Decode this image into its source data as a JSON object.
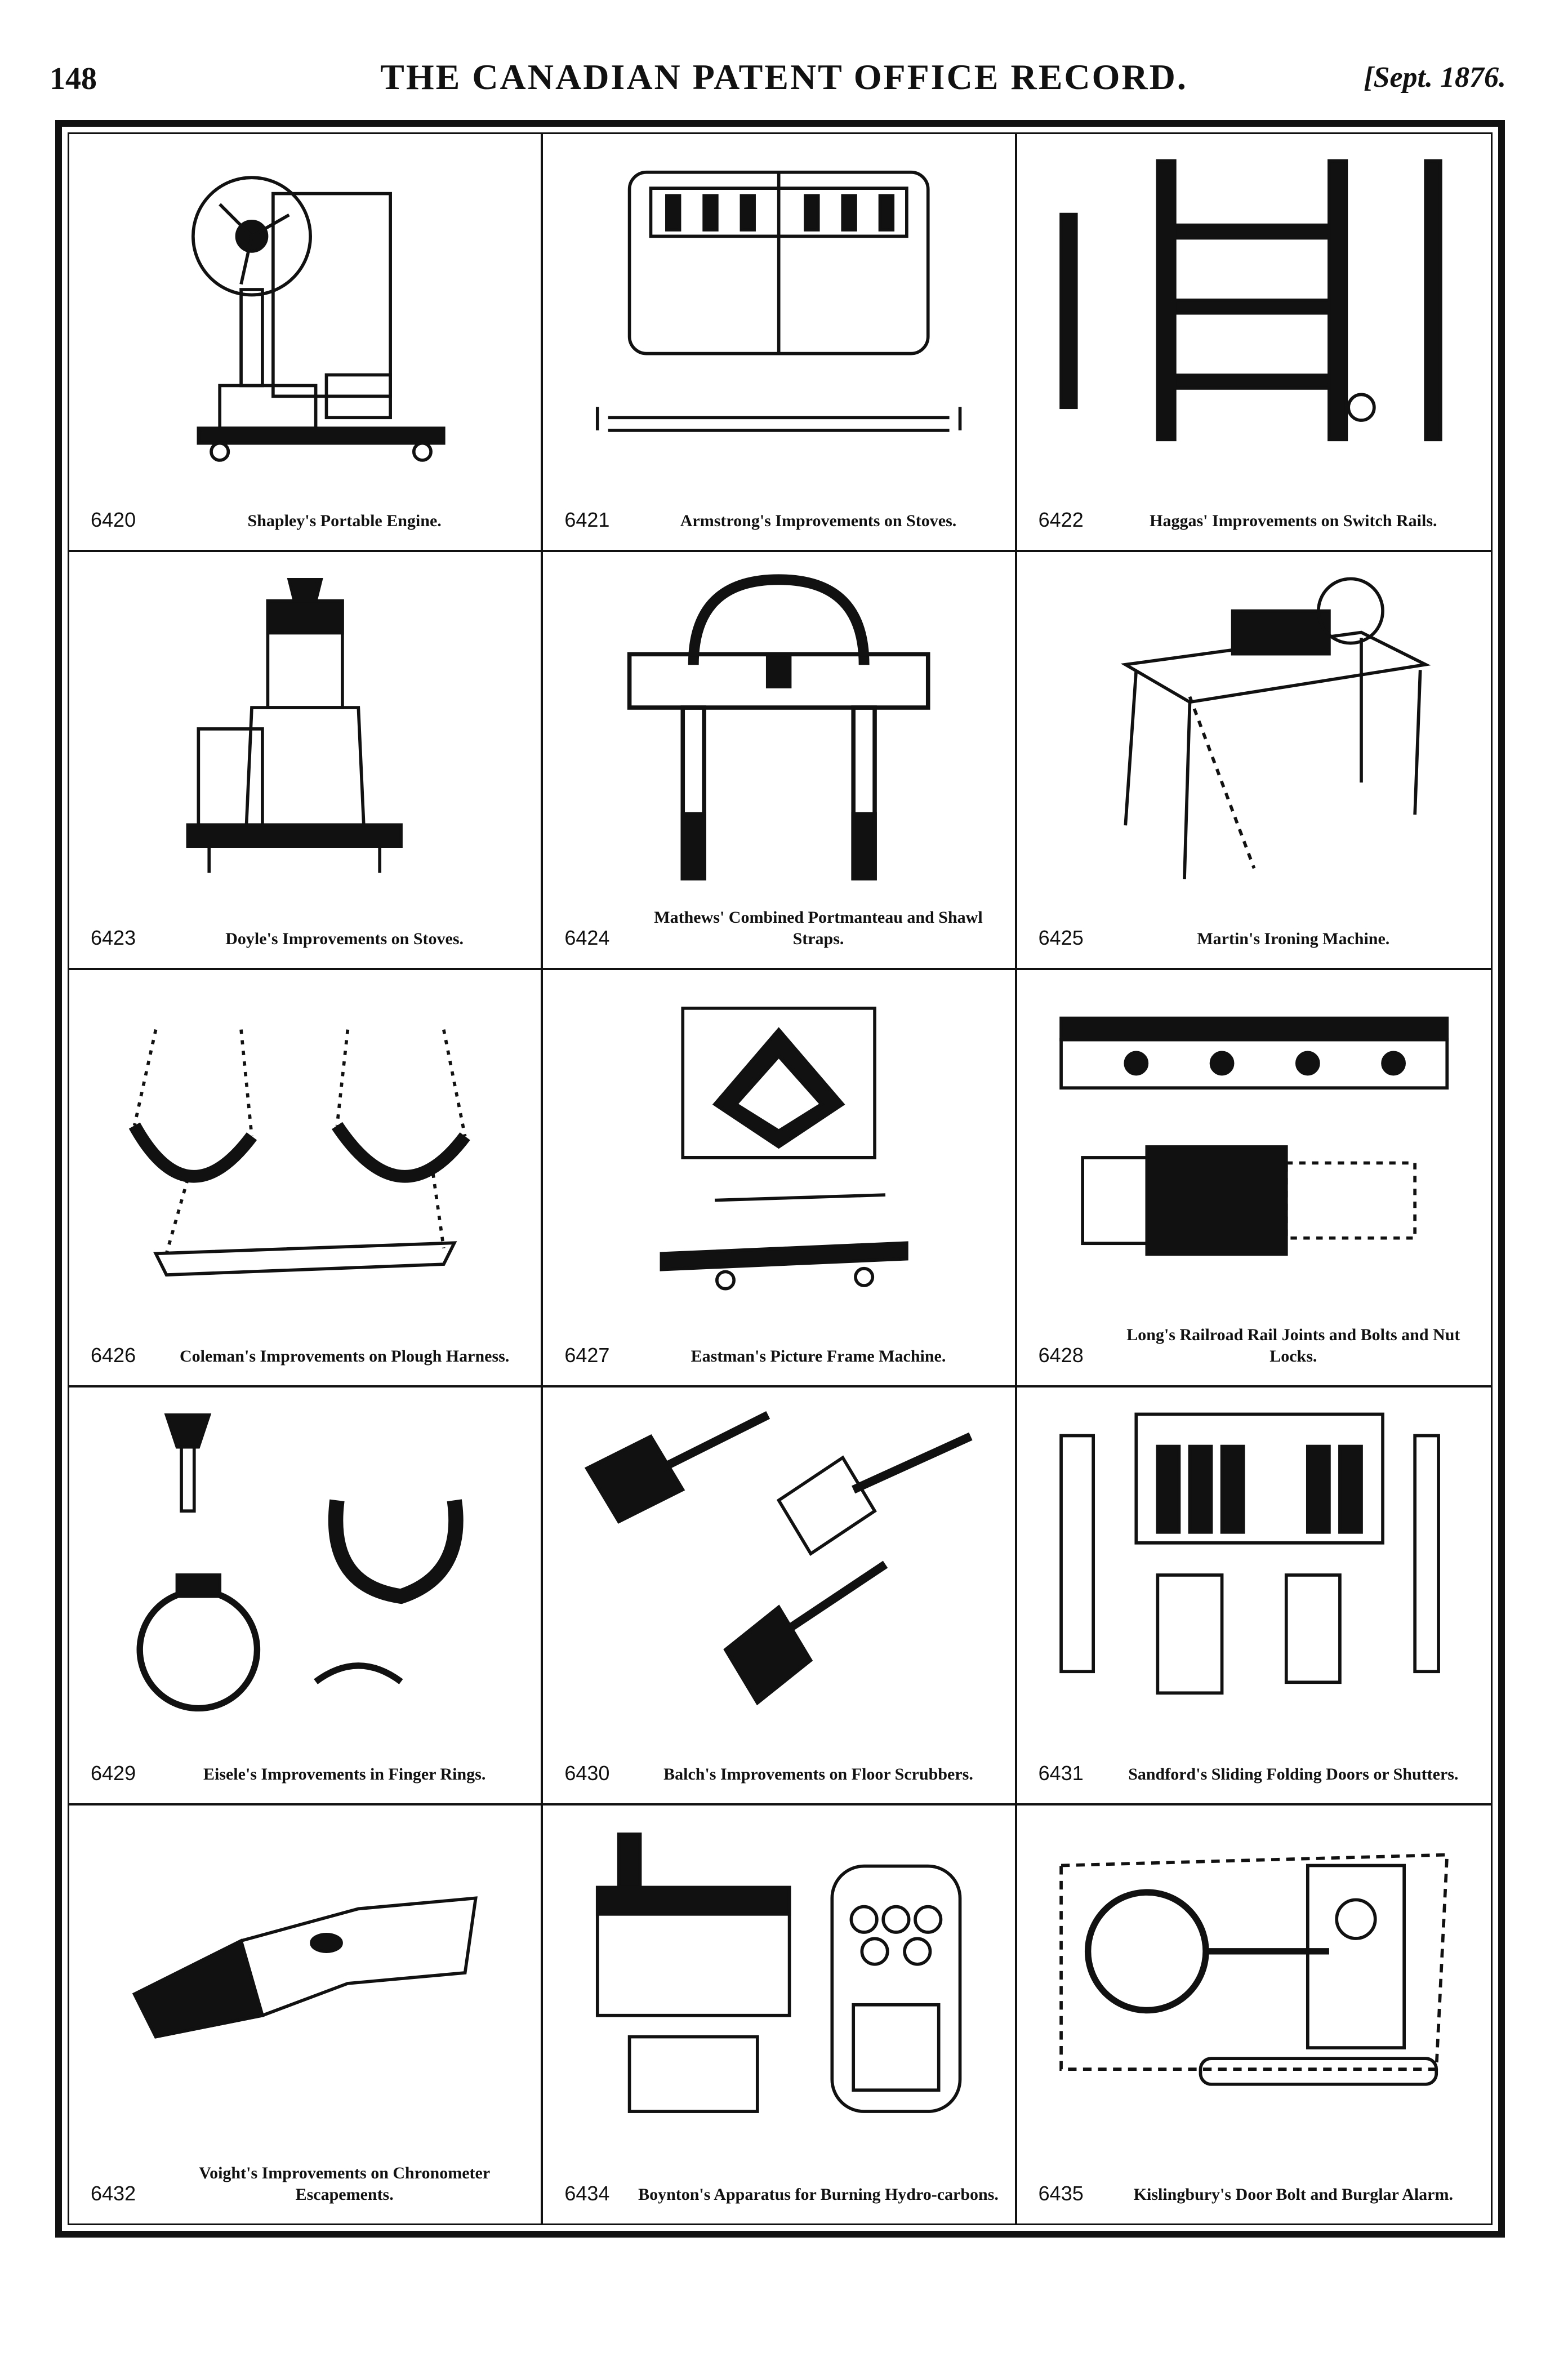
{
  "header": {
    "page_number": "148",
    "journal_title": "THE CANADIAN PATENT OFFICE RECORD.",
    "issue_date": "[Sept. 1876."
  },
  "patents": [
    {
      "number": "6420",
      "title": "Shapley's Portable Engine.",
      "figure_icon": "portable-engine-icon"
    },
    {
      "number": "6421",
      "title": "Armstrong's Improvements on Stoves.",
      "figure_icon": "stove-door-icon"
    },
    {
      "number": "6422",
      "title": "Haggas' Improvements on Switch Rails.",
      "figure_icon": "switch-rails-icon"
    },
    {
      "number": "6423",
      "title": "Doyle's Improvements on Stoves.",
      "figure_icon": "stove-icon"
    },
    {
      "number": "6424",
      "title": "Mathews' Combined Portmanteau and Shawl Straps.",
      "figure_icon": "portmanteau-strap-icon"
    },
    {
      "number": "6425",
      "title": "Martin's Ironing Machine.",
      "figure_icon": "ironing-machine-icon"
    },
    {
      "number": "6426",
      "title": "Coleman's Improvements on Plough Harness.",
      "figure_icon": "plough-harness-icon"
    },
    {
      "number": "6427",
      "title": "Eastman's Picture Frame Machine.",
      "figure_icon": "picture-frame-machine-icon"
    },
    {
      "number": "6428",
      "title": "Long's Railroad Rail Joints and Bolts and Nut Locks.",
      "figure_icon": "rail-joint-icon"
    },
    {
      "number": "6429",
      "title": "Eisele's Improvements in Finger Rings.",
      "figure_icon": "finger-ring-icon"
    },
    {
      "number": "6430",
      "title": "Balch's Improvements on Floor Scrubbers.",
      "figure_icon": "floor-scrubber-icon"
    },
    {
      "number": "6431",
      "title": "Sandford's Sliding Folding Doors or Shutters.",
      "figure_icon": "folding-doors-icon"
    },
    {
      "number": "6432",
      "title": "Voight's Improvements on Chronometer Escapements.",
      "figure_icon": "chronometer-escapement-icon"
    },
    {
      "number": "6434",
      "title": "Boynton's Apparatus for Burning Hydro-carbons.",
      "figure_icon": "hydrocarbon-burner-icon"
    },
    {
      "number": "6435",
      "title": "Kislingbury's Door Bolt and Burglar Alarm.",
      "figure_icon": "door-bolt-alarm-icon"
    }
  ]
}
